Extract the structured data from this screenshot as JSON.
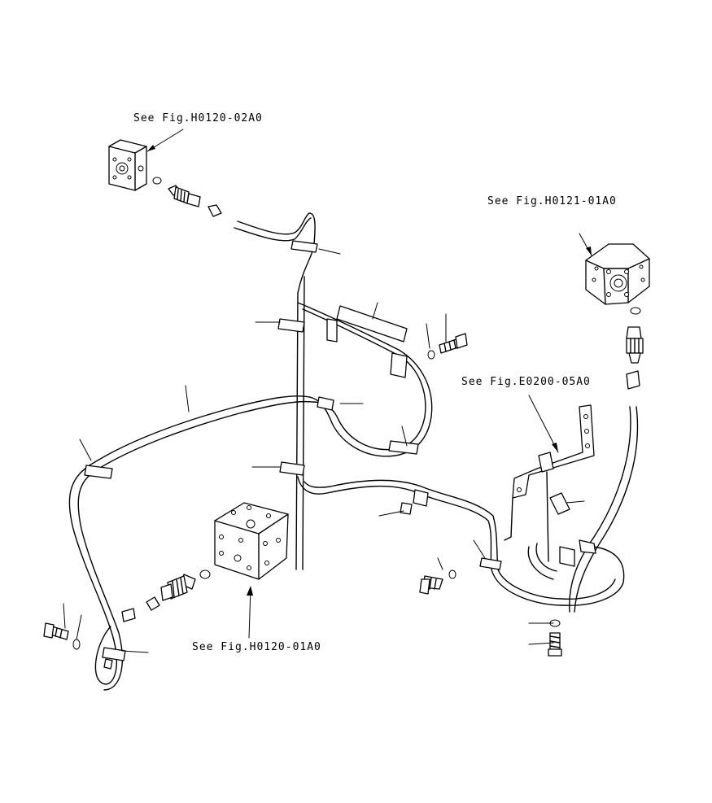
{
  "references": {
    "fig_h0120_02a0": "See Fig.H0120-02A0",
    "fig_h0121_01a0": "See Fig.H0121-01A0",
    "fig_e0200_05a0": "See Fig.E0200-05A0",
    "fig_h0120_01a0": "See Fig.H0120-01A0"
  }
}
